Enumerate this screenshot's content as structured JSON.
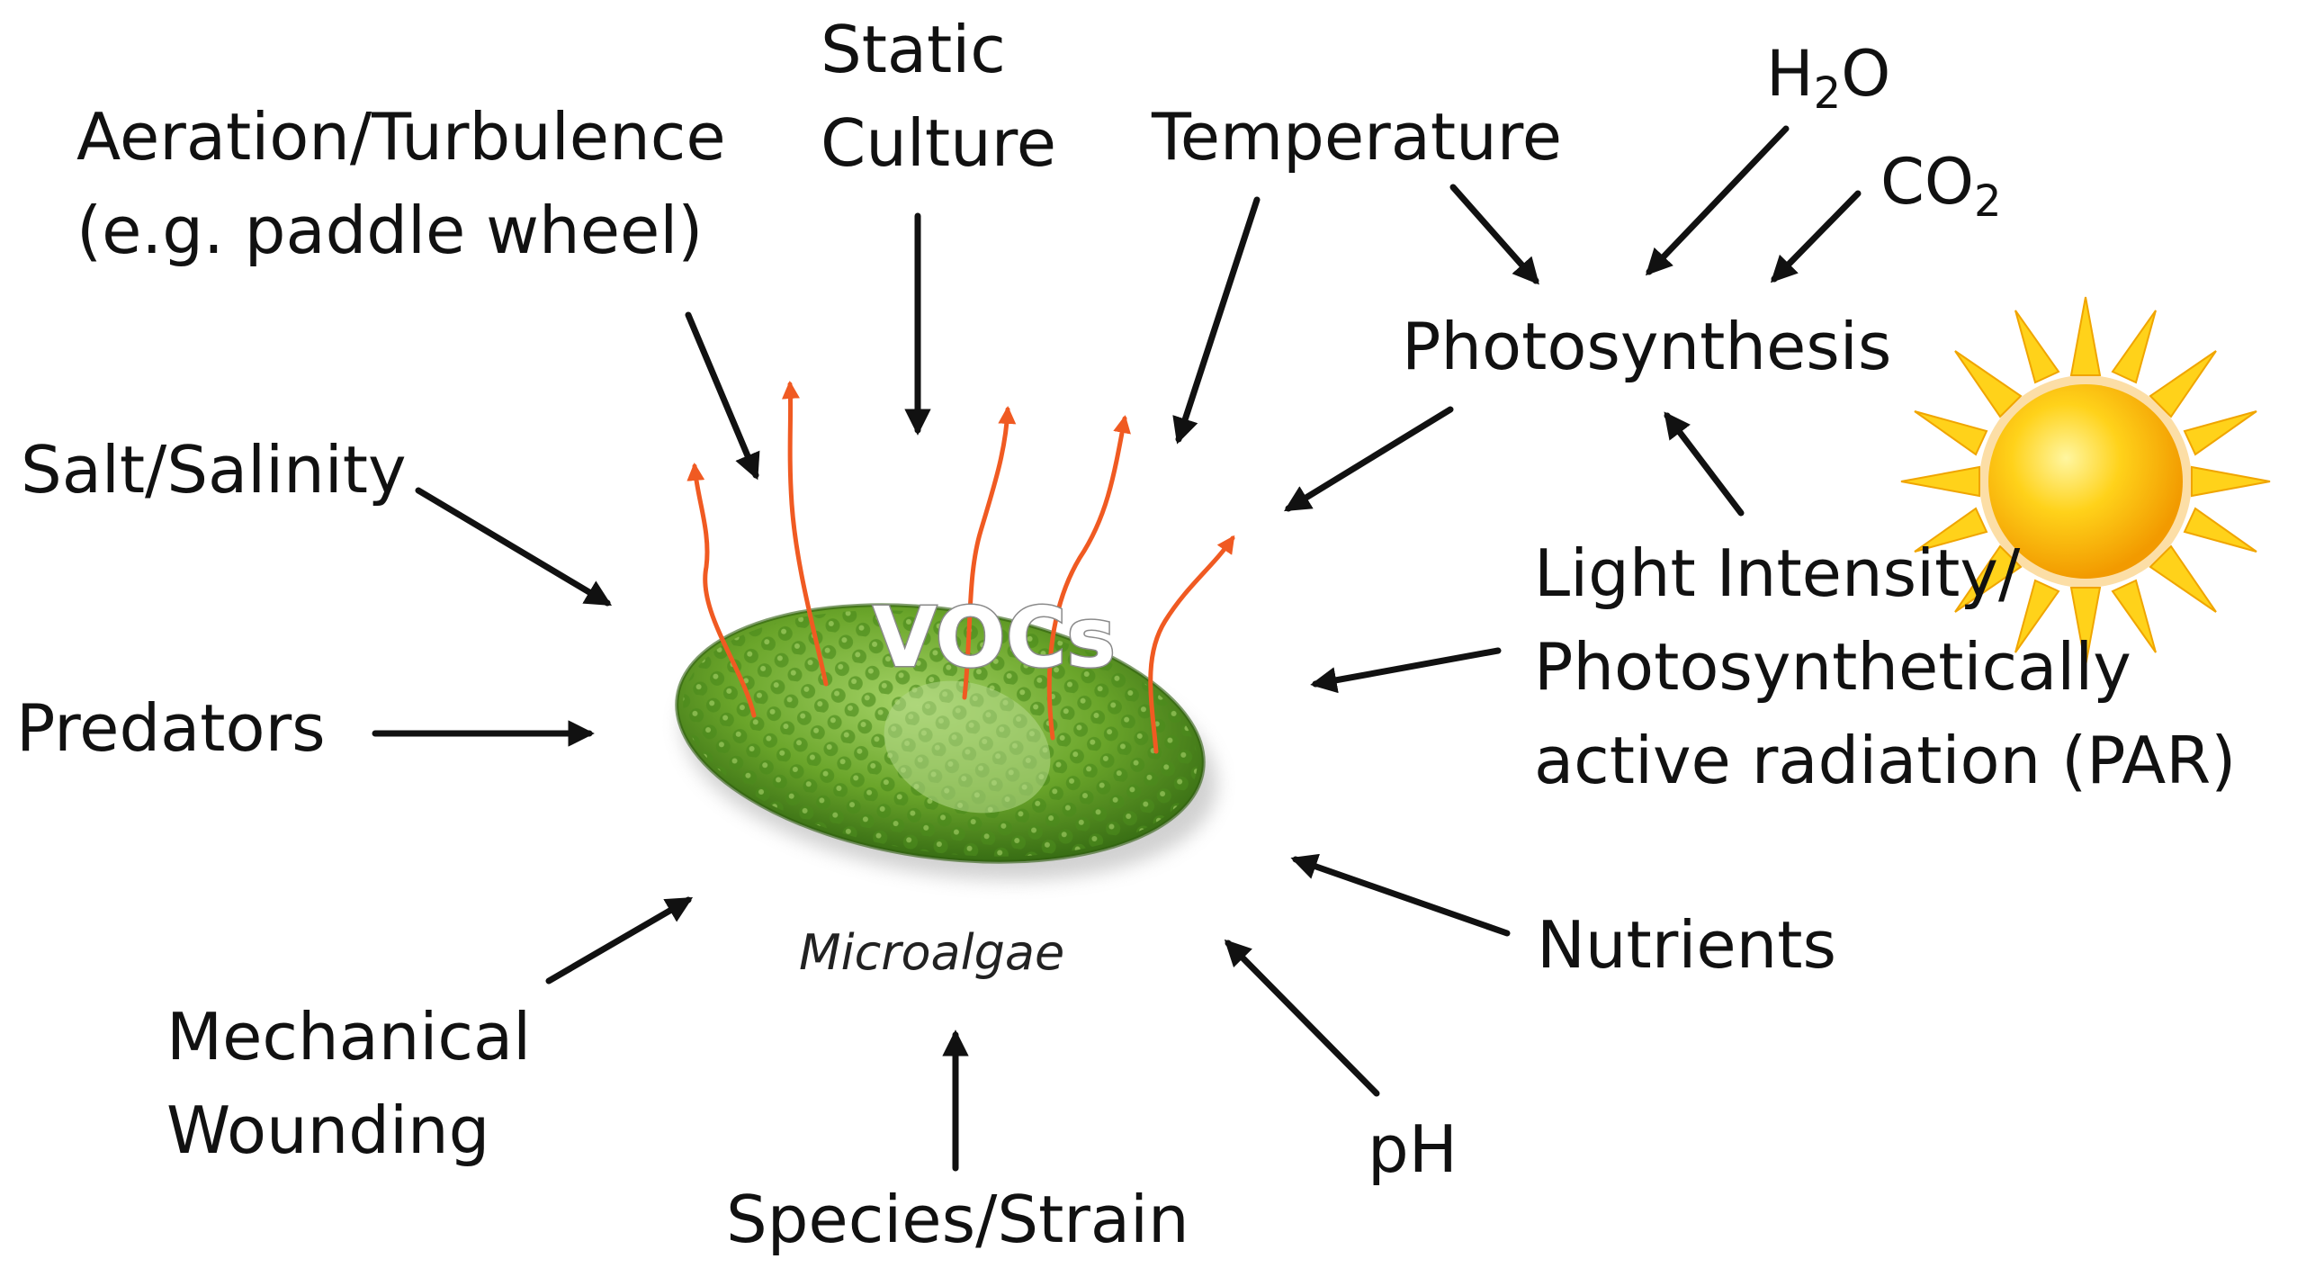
{
  "labels": {
    "aeration": [
      "Aeration/Turbulence",
      "(e.g. paddle wheel)"
    ],
    "static_culture": [
      "Static",
      "Culture"
    ],
    "temperature": "Temperature",
    "water": {
      "main": "H",
      "sub": "2",
      "tail": "O"
    },
    "co2": {
      "main": "CO",
      "sub": "2"
    },
    "photosynthesis": "Photosynthesis",
    "salinity": "Salt/Salinity",
    "predators": "Predators",
    "light": [
      "Light Intensity/",
      "Photosynthetically",
      "active radiation (PAR)"
    ],
    "nutrients": "Nutrients",
    "mechanical": [
      "Mechanical",
      "Wounding"
    ],
    "ph": "pH",
    "species": "Species/Strain",
    "vocs": "VOCs",
    "microalgae": "Microalgae"
  },
  "colors": {
    "arrow": "#111111",
    "voc_arrow": "#f05a22",
    "algae_dark": "#3d7a14",
    "algae_light": "#8cc63f",
    "sun_core": "#f7a700",
    "sun_rays": "#ffd21a"
  },
  "icons": {
    "sun": "sun-icon",
    "algae": "microalgae-cell-icon"
  }
}
